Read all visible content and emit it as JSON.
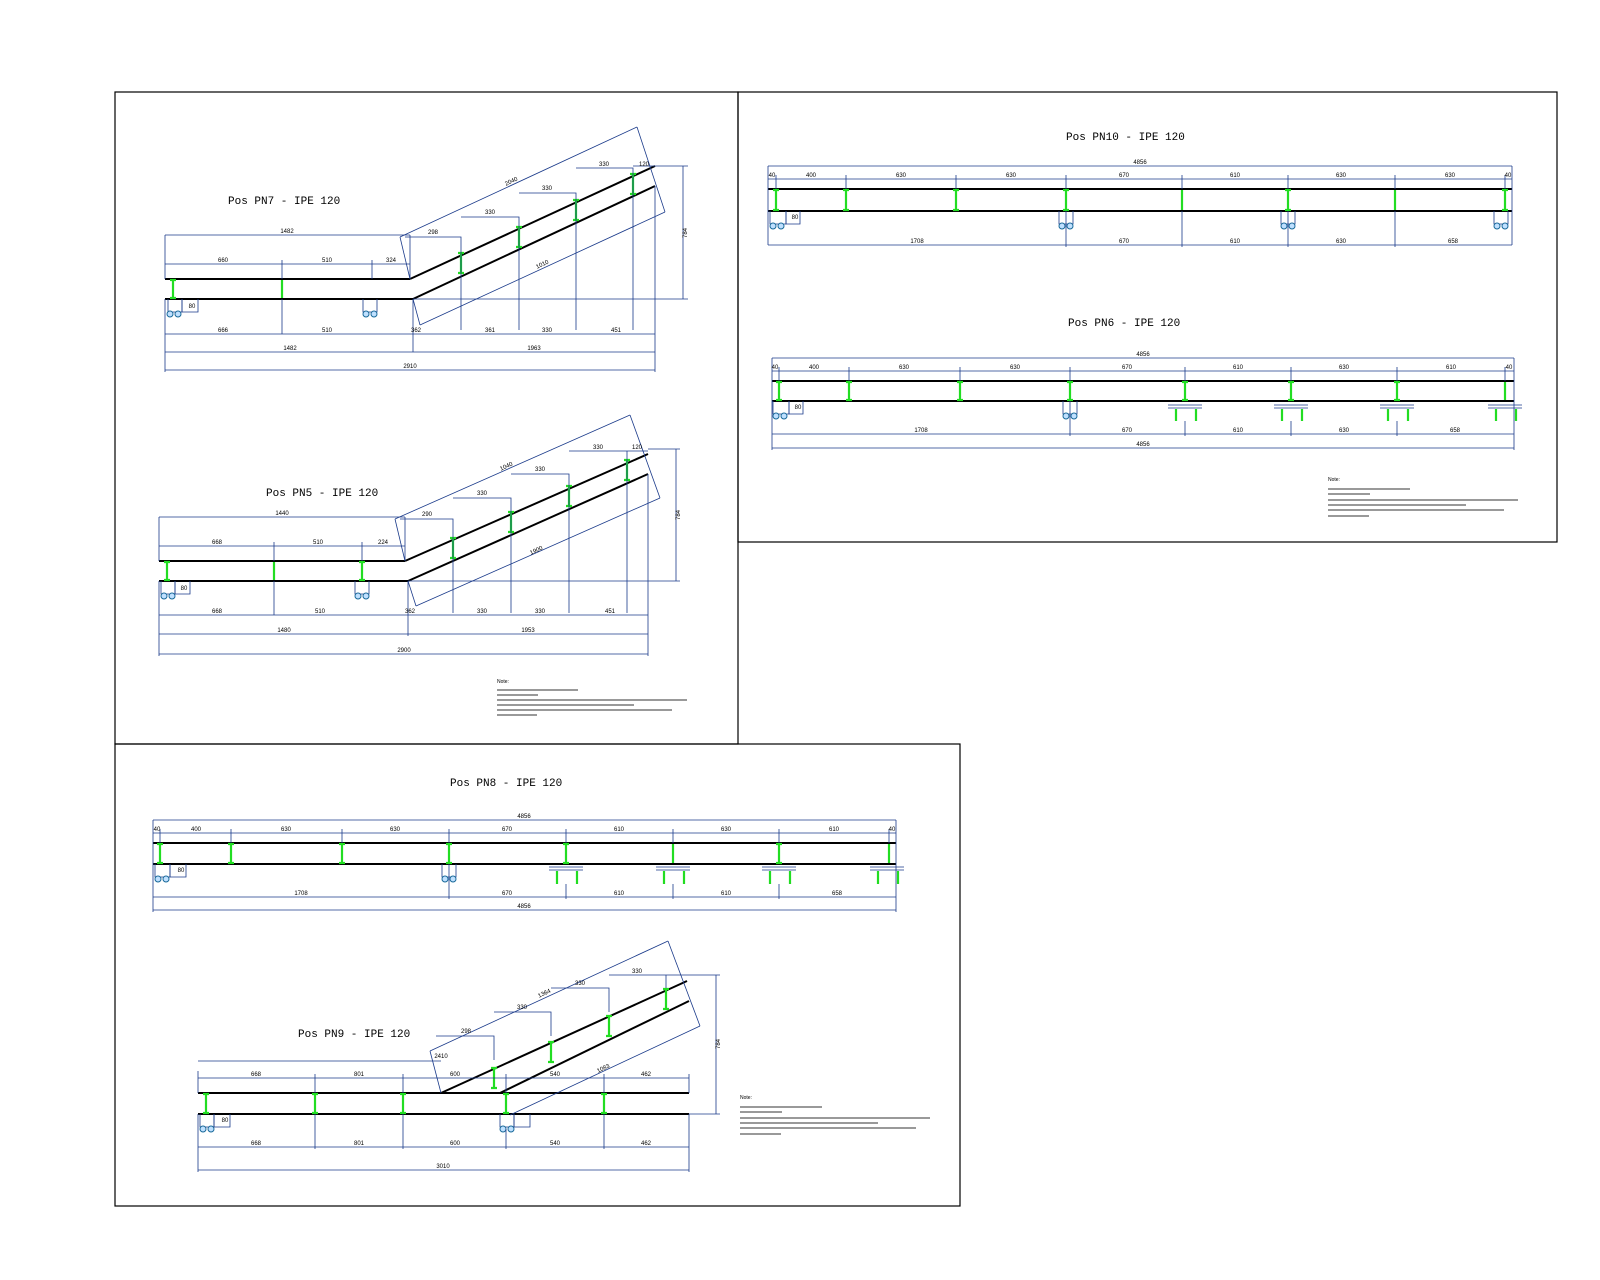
{
  "sheets": [
    {
      "id": "sheet-top-left",
      "beams": [
        {
          "id": "pn7",
          "title": "Pos PN7 - IPE 120",
          "dims": {
            "top_overall": "1482",
            "top_segments": [
              "660",
              "510",
              "324"
            ],
            "slope_overall": "2040",
            "slope_steps": [
              "298",
              "330",
              "330",
              "330",
              "120"
            ],
            "slope_inner": "1010",
            "height": "784",
            "bottom_segments": [
              "666",
              "510",
              "362",
              "361",
              "330",
              "451"
            ],
            "bottom_sub": [
              "1482",
              "1963"
            ],
            "bottom_overall": "2910",
            "support_label": "80"
          }
        },
        {
          "id": "pn5",
          "title": "Pos PN5 - IPE 120",
          "dims": {
            "top_overall": "1440",
            "top_segments": [
              "668",
              "510",
              "224"
            ],
            "slope_overall": "1040",
            "slope_steps": [
              "290",
              "330",
              "330",
              "330",
              "120"
            ],
            "slope_inner": "1900",
            "height": "784",
            "bottom_segments": [
              "668",
              "510",
              "362",
              "330",
              "330",
              "451"
            ],
            "bottom_sub": [
              "1480",
              "1953"
            ],
            "bottom_overall": "2900",
            "support_label": "80"
          }
        }
      ],
      "notes_title": "Note:"
    },
    {
      "id": "sheet-top-right",
      "beams": [
        {
          "id": "pn10",
          "title": "Pos PN10 - IPE 120",
          "dims": {
            "top_overall": "4856",
            "top_segments": [
              "40",
              "400",
              "630",
              "630",
              "670",
              "610",
              "630",
              "630",
              "40"
            ],
            "bottom_segments": [
              "1708",
              "670",
              "610",
              "630",
              "658"
            ],
            "support_label": "80"
          }
        },
        {
          "id": "pn6",
          "title": "Pos PN6 - IPE 120",
          "dims": {
            "top_overall": "4856",
            "top_segments": [
              "40",
              "400",
              "630",
              "630",
              "670",
              "610",
              "630",
              "610",
              "40"
            ],
            "bottom_segments": [
              "1708",
              "670",
              "610",
              "630",
              "658"
            ],
            "bottom_overall": "4856",
            "support_label": "80"
          }
        }
      ],
      "notes_title": "Note:"
    },
    {
      "id": "sheet-bottom",
      "beams": [
        {
          "id": "pn8",
          "title": "Pos PN8 - IPE 120",
          "dims": {
            "top_overall": "4856",
            "top_segments": [
              "40",
              "400",
              "630",
              "630",
              "670",
              "610",
              "630",
              "610",
              "40"
            ],
            "bottom_segments": [
              "1708",
              "670",
              "610",
              "610",
              "658"
            ],
            "bottom_overall": "4856",
            "support_label": "80"
          }
        },
        {
          "id": "pn9",
          "title": "Pos PN9 - IPE 120",
          "dims": {
            "top_segments": [
              "668",
              "801",
              "600",
              "540",
              "462"
            ],
            "slope_overall": "1364",
            "slope_steps": [
              "298",
              "330",
              "330",
              "330"
            ],
            "slope_inner": "1083",
            "left_label": "2410",
            "height": "784",
            "bottom_segments": [
              "668",
              "801",
              "600",
              "540",
              "462"
            ],
            "bottom_overall": "3010",
            "support_label": "80"
          }
        }
      ],
      "notes_title": "Note:"
    }
  ],
  "colors": {
    "line": "#000000",
    "dimension": "#1a3a8a",
    "stiffener": "#22dd22",
    "support": "#1a6a9a"
  }
}
